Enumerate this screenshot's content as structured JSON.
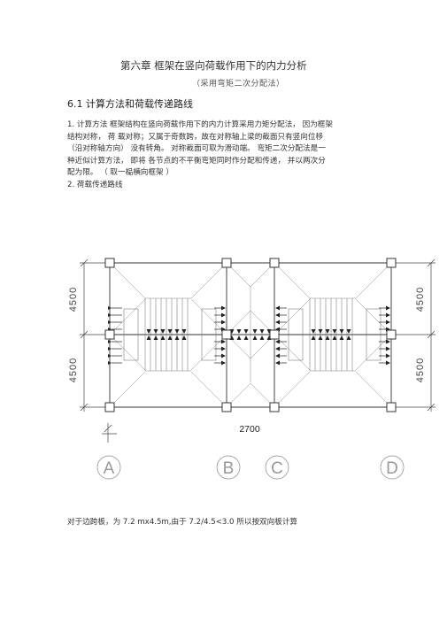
{
  "document": {
    "title": "第六章 框架在竖向荷载作用下的内力分析",
    "subtitle": "（采用弯矩二次分配法）",
    "section_heading": "6.1 计算方法和荷载传递路线",
    "paragraph_lines": [
      "1. 计算方法 框架结构在竖向荷载作用下的内力计算采用力矩分配法， 因为框架",
      "结构对称， 荷 载对称；又属于奇数跨，故在对称轴上梁的截面只有竖向位移",
      "（沿对称轴方向） 没有转角。 对称截面可取为滑动端。 弯矩二次分配法是一",
      "种近似计算方法， 即将 各节点的不平衡弯矩同时作分配和传递， 并以两次分",
      "配为限。 （ 取一榀横向框架 ）"
    ],
    "step2_label": "2. 荷载传递路线",
    "bottom_note": "对于边跨板，为 7.2 mx4.5m,由于 7.2/4.5<3.0 所以按双向板计算"
  },
  "drawing": {
    "left_dims": [
      "4500",
      "4500"
    ],
    "right_dims": [
      "4500",
      "4500"
    ],
    "bay_dim": "2700",
    "axis_labels": [
      "A",
      "B",
      "C",
      "D"
    ]
  }
}
